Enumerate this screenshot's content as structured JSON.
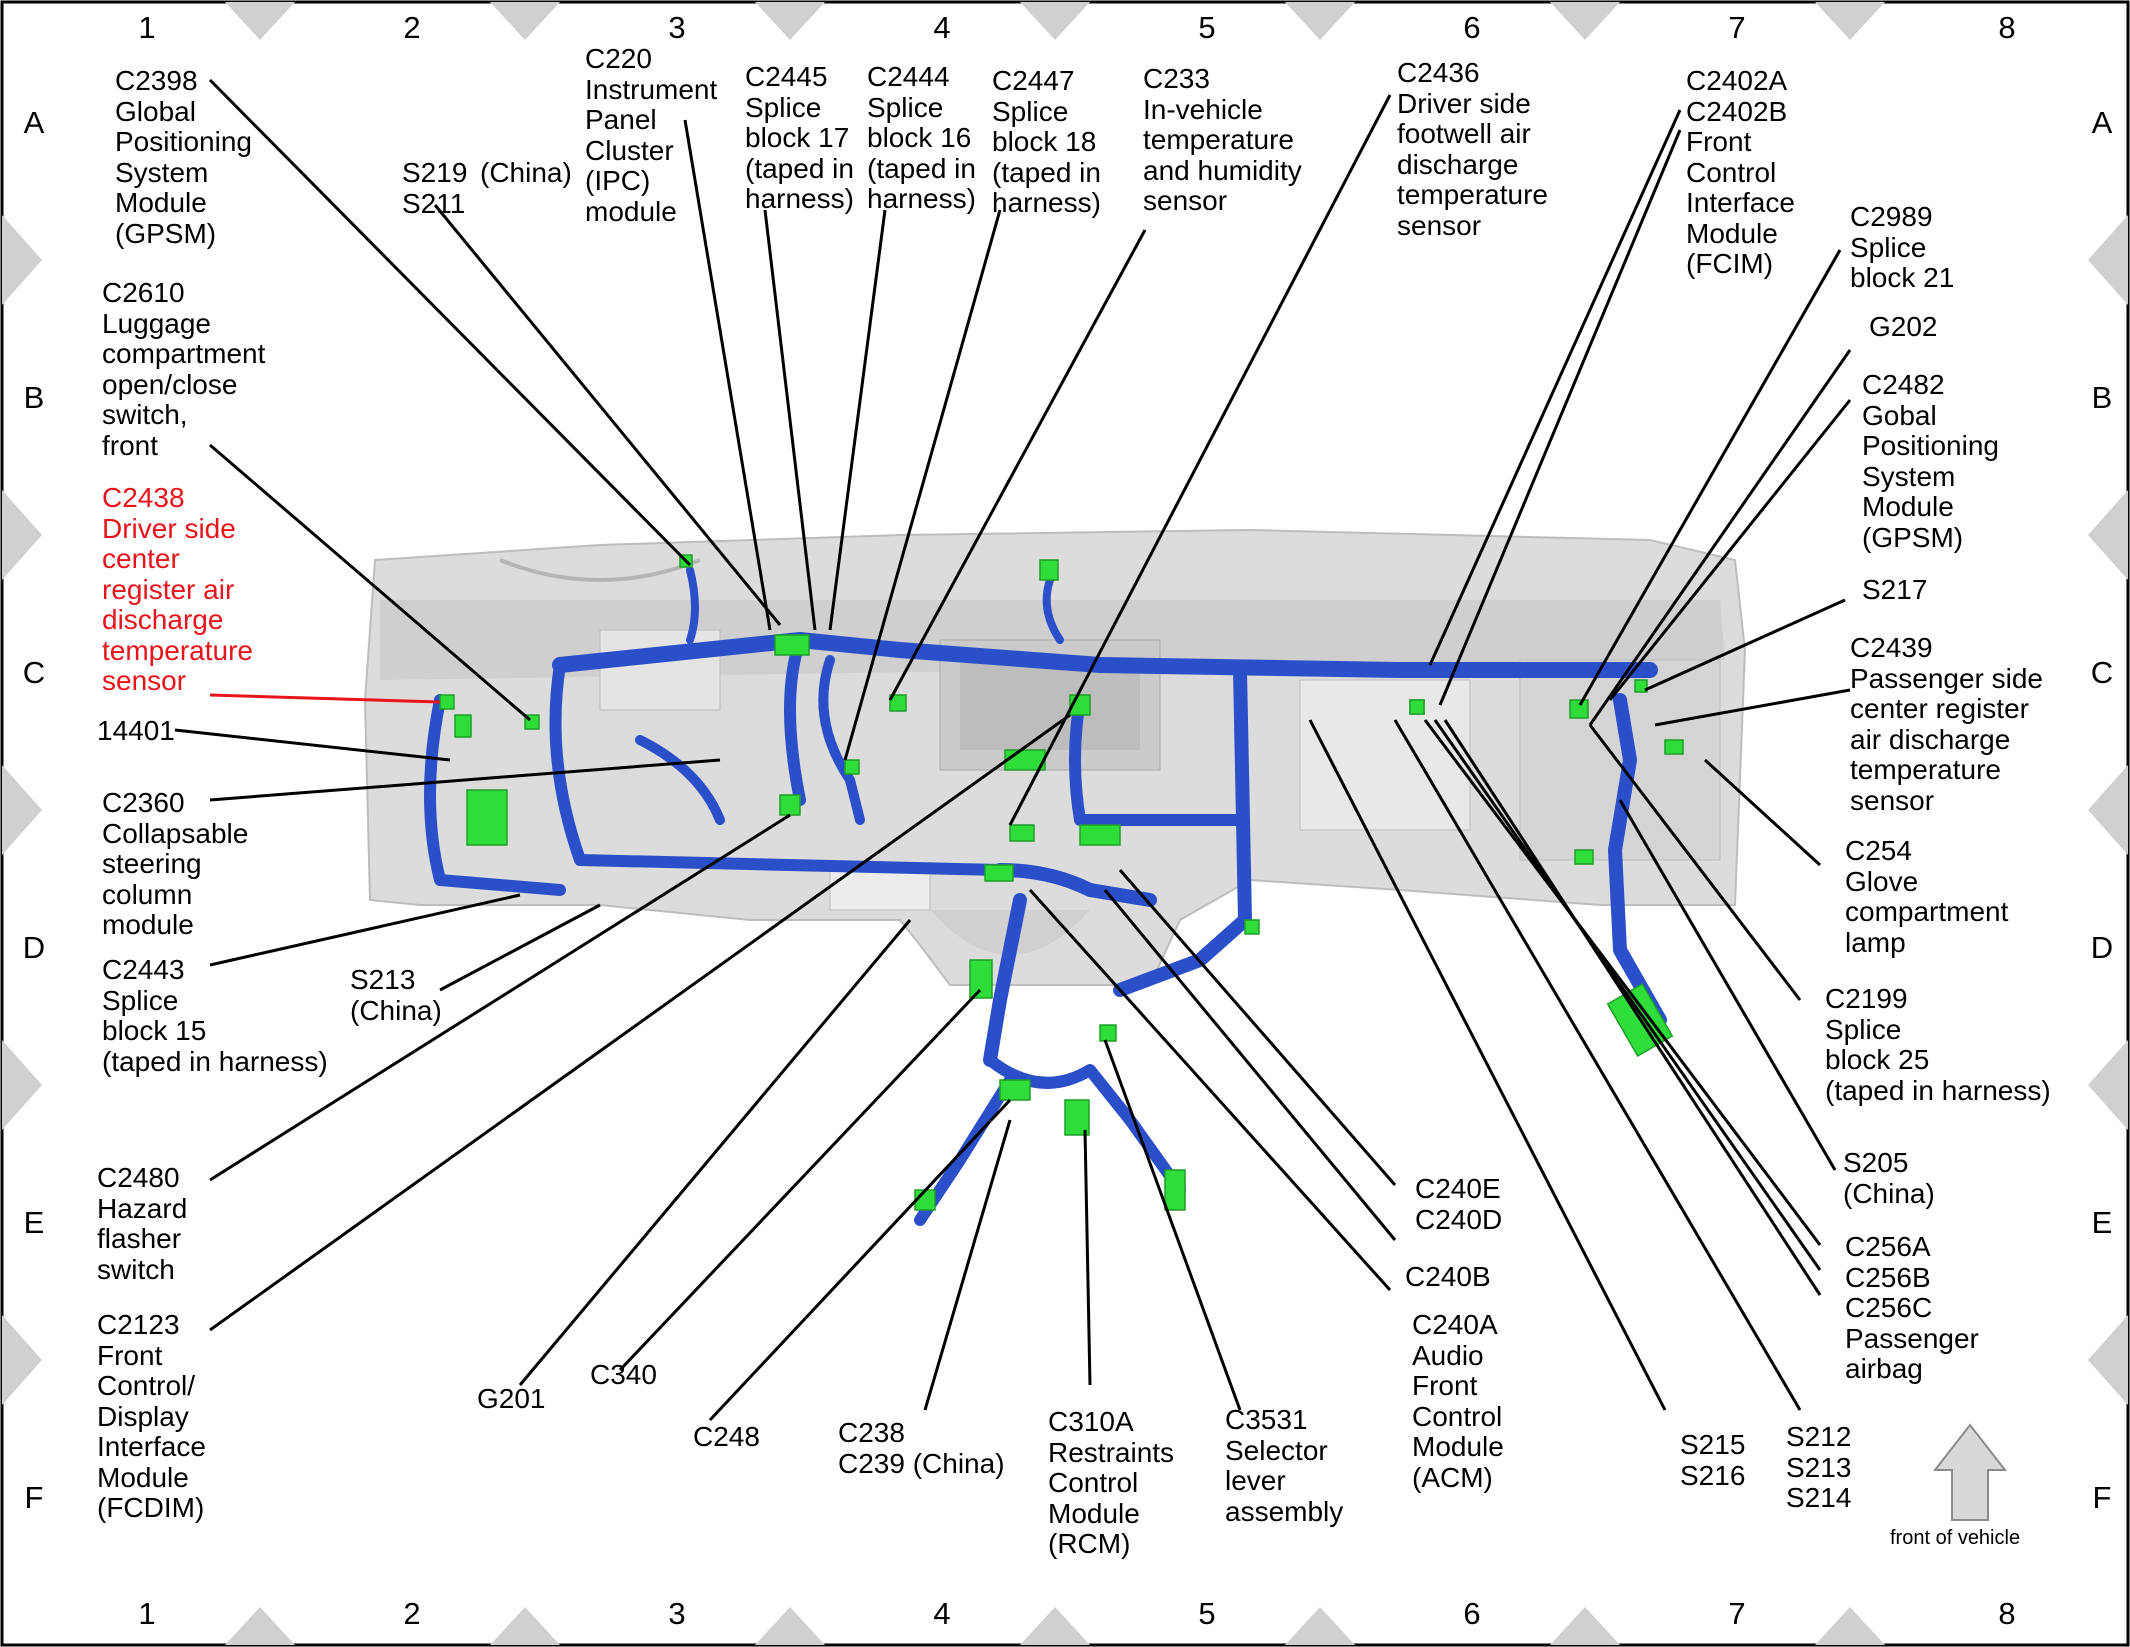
{
  "grid": {
    "columns": [
      "1",
      "2",
      "3",
      "4",
      "5",
      "6",
      "7",
      "8"
    ],
    "rows": [
      "A",
      "B",
      "C",
      "D",
      "E",
      "F"
    ]
  },
  "labels": {
    "c2398": "C2398\nGlobal\nPositioning\nSystem\nModule\n(GPSM)",
    "c2610": "C2610\nLuggage\ncompartment\nopen/close\nswitch,\nfront",
    "c2438": "C2438\nDriver side\ncenter\nregister air\ndischarge\ntemperature\nsensor",
    "n14401": "14401",
    "c2360": "C2360\nCollapsable\nsteering\ncolumn\nmodule",
    "c2443": "C2443\nSplice\nblock 15\n(taped in harness)",
    "s213_china": "S213\n(China)",
    "c2480": "C2480\nHazard\nflasher\nswitch",
    "c2123": "C2123\nFront\nControl/\nDisplay\nInterface\nModule\n(FCDIM)",
    "g201": "G201",
    "c340": "C340",
    "c248": "C248",
    "c238": "C238\nC239 (China)",
    "c310a": "C310A\nRestraints\nControl\nModule\n(RCM)",
    "c3531": "C3531\nSelector\nlever\nassembly",
    "c240a": "C240A\nAudio\nFront\nControl\nModule\n(ACM)",
    "c240b": "C240B",
    "c240e": "C240E\nC240D",
    "s215": "S215\nS216",
    "s212": "S212\nS213\nS214",
    "s219": "S219\nS211",
    "s219_china": "(China)",
    "c220": "C220\nInstrument\nPanel\nCluster\n(IPC)\nmodule",
    "c2445": "C2445\nSplice\nblock 17\n(taped in\nharness)",
    "c2444": "C2444\nSplice\nblock 16\n(taped in\nharness)",
    "c2447": "C2447\nSplice\nblock 18\n(taped in\nharness)",
    "c233": "C233\nIn-vehicle\ntemperature\nand humidity\nsensor",
    "c2436": "C2436\nDriver side\nfootwell air\ndischarge\ntemperature\nsensor",
    "c2402": "C2402A\nC2402B\nFront\nControl\nInterface\nModule\n(FCIM)",
    "c2989": "C2989\nSplice\nblock 21",
    "g202": "G202",
    "c2482": "C2482\nGobal\nPositioning\nSystem\nModule\n(GPSM)",
    "s217": "S217",
    "c2439": "C2439\nPassenger side\ncenter register\nair discharge\ntemperature\nsensor",
    "c254": "C254\nGlove\ncompartment\nlamp",
    "c2199": "C2199\nSplice\nblock 25\n(taped in harness)",
    "s205": "S205\n(China)",
    "c256": "C256A\nC256B\nC256C\nPassenger\nairbag",
    "front_of_vehicle": "front of vehicle"
  },
  "colors": {
    "harness": "#2a4fc9",
    "harness_light": "#5b86e8",
    "connector": "#2edc3a",
    "highlight_text": "#e8141c",
    "frame_gray": "#d2d2d2",
    "dash_gray": "#c8c8c8"
  }
}
